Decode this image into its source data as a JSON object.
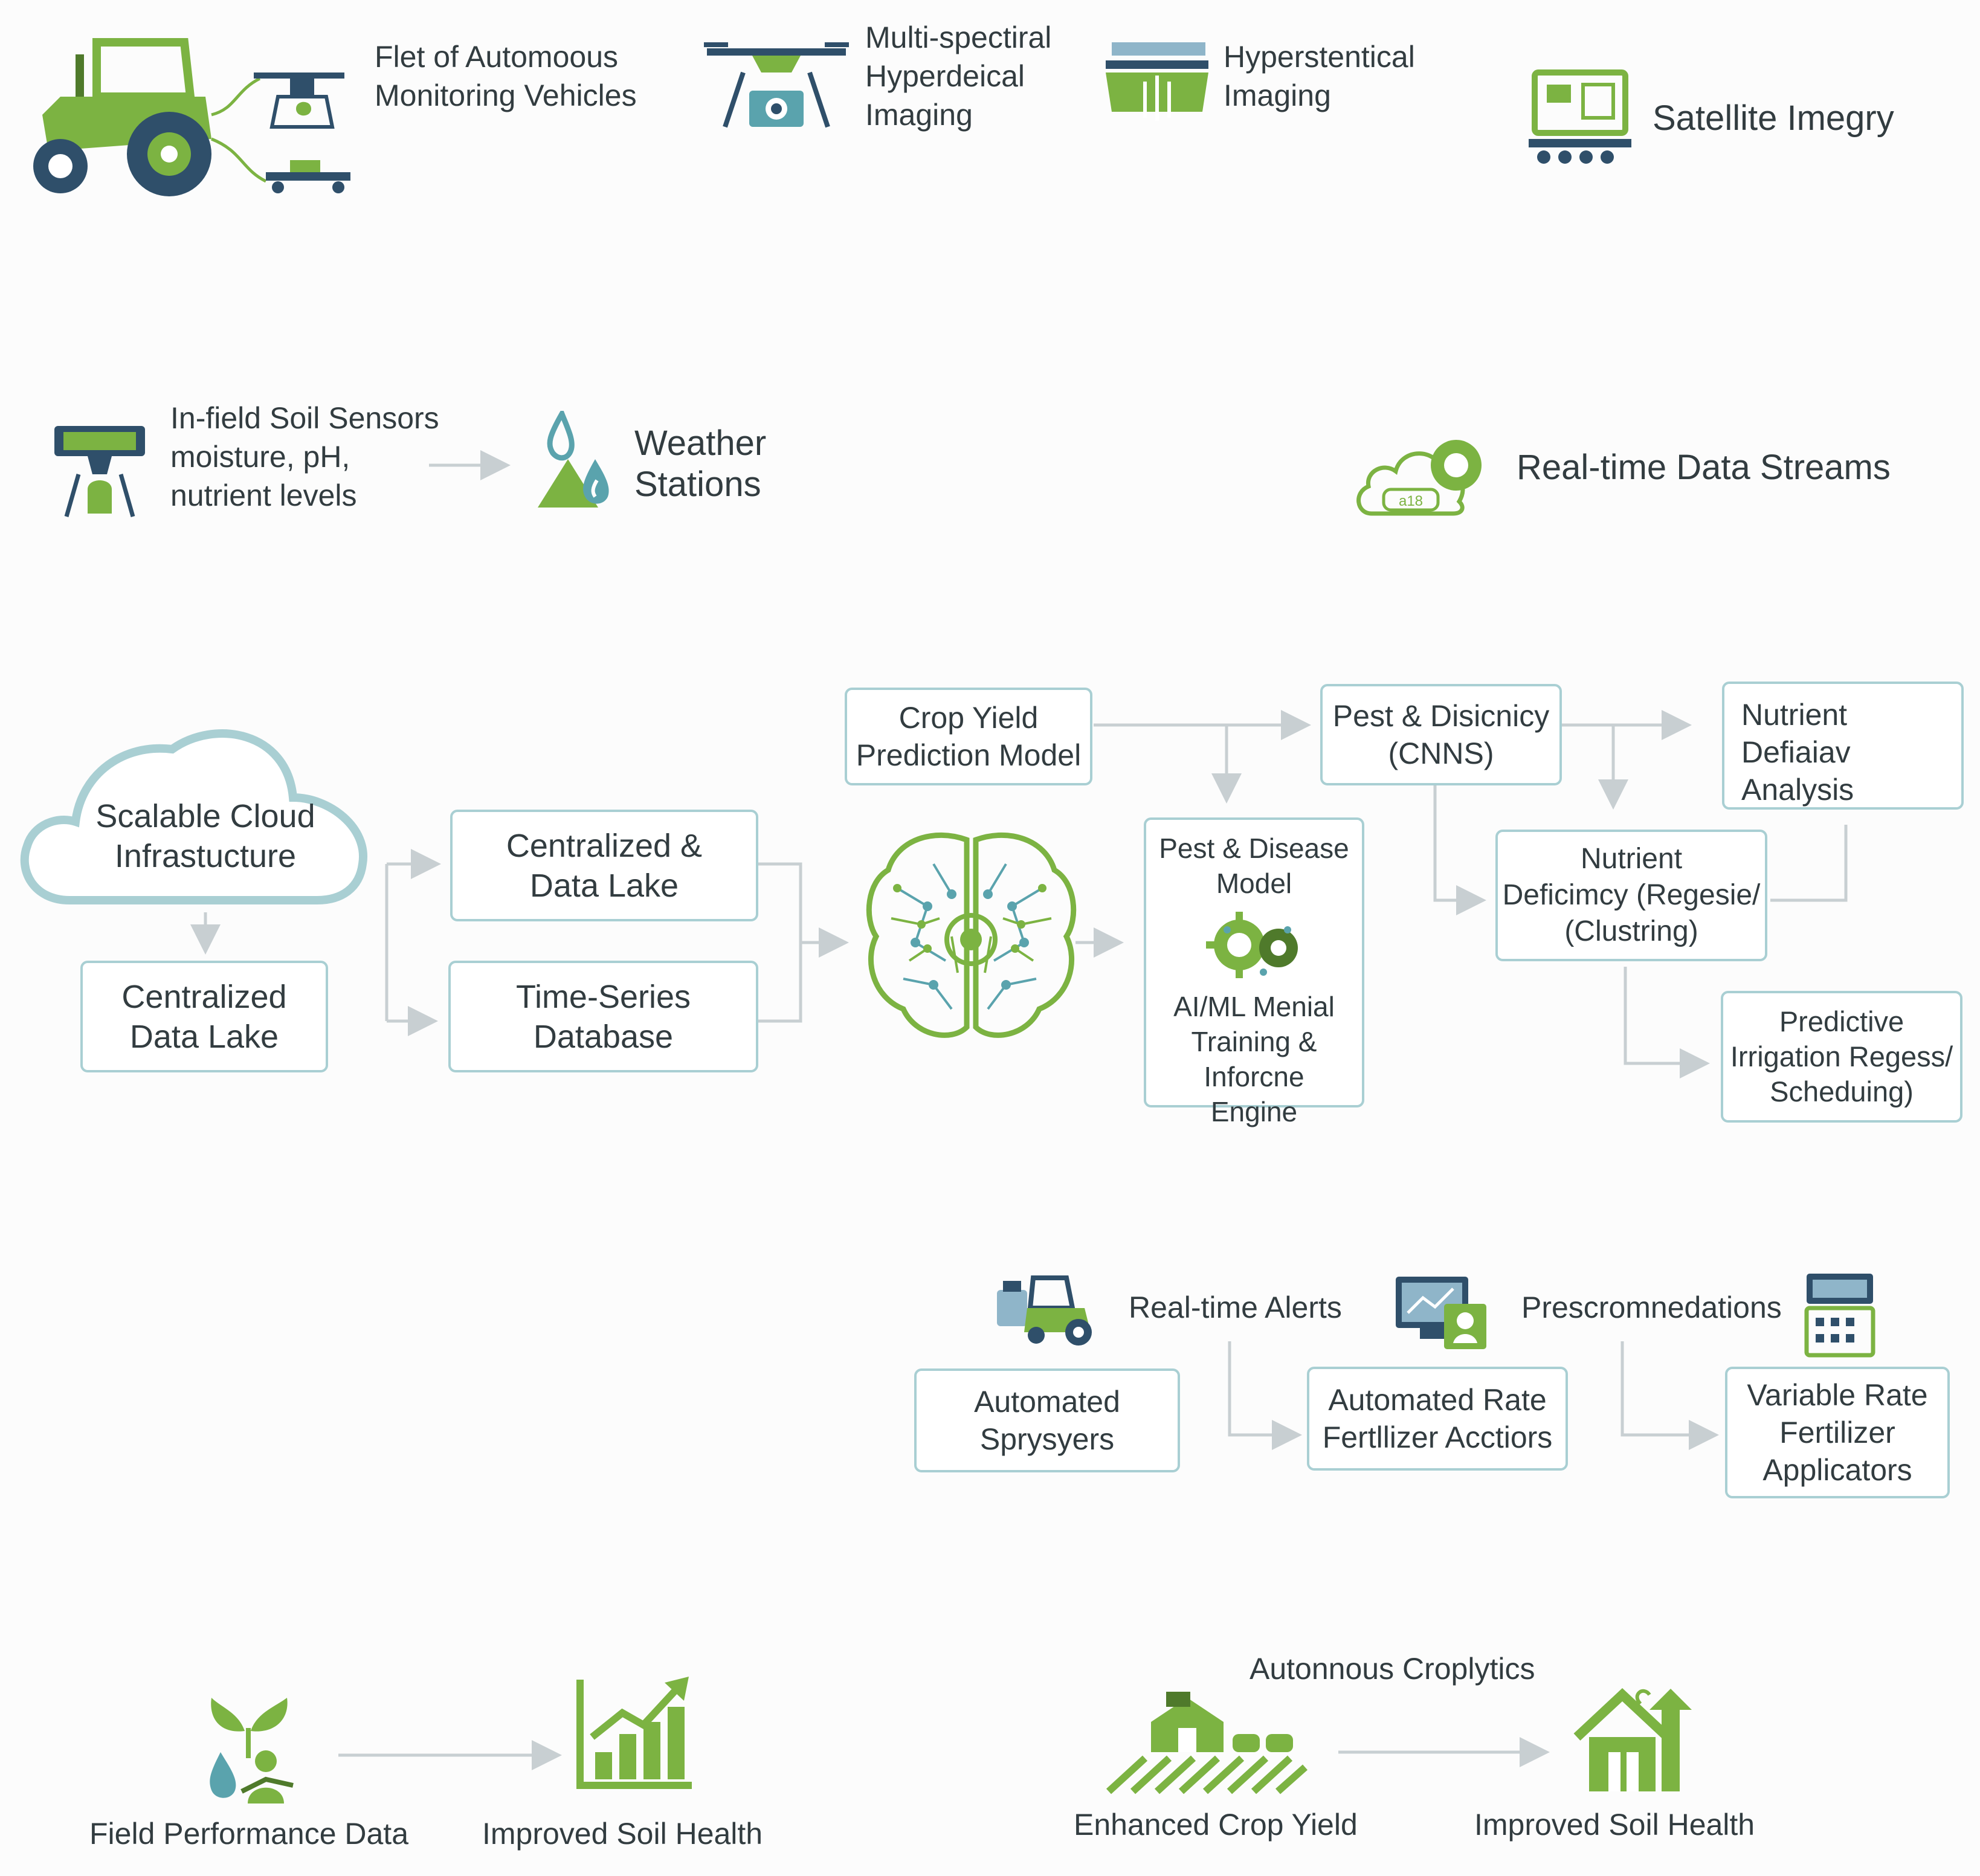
{
  "colors": {
    "green": "#7cb342",
    "dark_green": "#4f7a2b",
    "teal": "#5aa3ad",
    "navy": "#2f4f6a",
    "box_border": "#a9cfd3",
    "arrow": "#c8cfd2"
  },
  "sources": {
    "fleet": {
      "line1": "Flet of Automoous",
      "line2": "Monitoring Vehicles"
    },
    "multispectral": {
      "line1": "Multi-spectiral",
      "line2": "Hyperdeical",
      "line3": "Imaging"
    },
    "hyperspectral": {
      "line1": "Hyperstentical",
      "line2": "Imaging"
    },
    "satellite": {
      "line1": "Satellite Imegry"
    },
    "soil": {
      "line1": "In-field Soil Sensors",
      "line2": "moisture, pH,",
      "line3": "nutrient levels"
    },
    "weather": {
      "line1": "Weather",
      "line2": "Stations"
    },
    "streams": {
      "line1": "Real-time Data Streams",
      "cloud_tag": "a18"
    }
  },
  "storage": {
    "cloud": {
      "line1": "Scalable Cloud",
      "line2": "Infrastucture"
    },
    "lake_left": {
      "line1": "Centralized",
      "line2": "Data Lake"
    },
    "lake_mid": {
      "line1": "Centralized &",
      "line2": "Data Lake"
    },
    "timeseries": {
      "line1": "Time-Series",
      "line2": "Database"
    }
  },
  "models": {
    "crop_yield": {
      "line1": "Crop Yield",
      "line2": "Prediction Model"
    },
    "pest_cnn": {
      "line1": "Pest & Disicnicy",
      "line2": "(CNNS)"
    },
    "nutrient_analysis": {
      "line1": "Nutrient Defiaiav",
      "line2": "Analysis"
    },
    "pest_disease": {
      "line1": "Pest & Disease",
      "line2": "Model",
      "line3": "AI/ML Menial",
      "line4": "Training & Inforcne",
      "line5": "Engine"
    },
    "nutrient_clustering": {
      "line1": "Nutrient",
      "line2": "Deficimcy (Regesie/",
      "line3": "(Clustring)"
    },
    "irrigation": {
      "line1": "Predictive",
      "line2": "Irrigation Regess/",
      "line3": "Scheduing)"
    }
  },
  "actions": {
    "alerts_label": "Real-time Alerts",
    "recommendations_label": "Prescromnedations",
    "sprayers": {
      "line1": "Automated",
      "line2": "Sprysyers"
    },
    "rate_actions": {
      "line1": "Automated Rate",
      "line2": "Fertllizer Acctiors"
    },
    "applicators": {
      "line1": "Variable Rate",
      "line2": "Fertilizer",
      "line3": "Applicators"
    }
  },
  "outcomes": {
    "field_performance": "Field Performance Data",
    "soil_health_left": "Improved Soil Health",
    "croplytics_title": "Autonnous Croplytics",
    "crop_yield": "Enhanced Crop Yield",
    "soil_health_right": "Improved Soil Health"
  }
}
